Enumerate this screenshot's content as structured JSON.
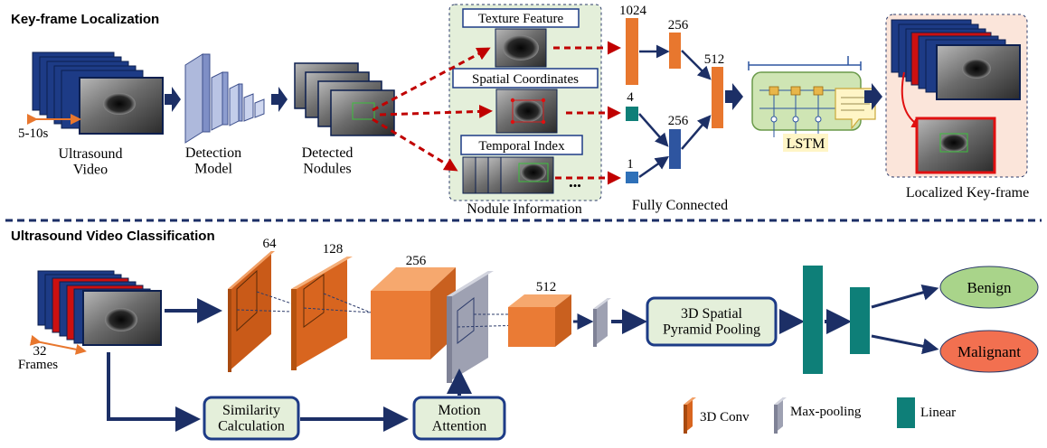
{
  "sections": {
    "top_title": "Key-frame Localization",
    "bottom_title": "Ultrasound Video Classification"
  },
  "top": {
    "ultrasound_video_label": "Ultrasound\nVideo",
    "clip_length_label": "5-10s",
    "detection_model_label": "Detection\nModel",
    "detected_nodules_label": "Detected\nNodules",
    "texture_feature_label": "Texture Feature",
    "spatial_coordinates_label": "Spatial Coordinates",
    "temporal_index_label": "Temporal  Index",
    "nodule_information_label": "Nodule Information",
    "ellipsis": "•••",
    "dims": {
      "texture": "1024",
      "texture_fc": "256",
      "spatial": "4",
      "temporal": "1",
      "spatial_temporal_fc": "256",
      "merged": "512"
    },
    "fully_connected_label": "Fully Connected",
    "lstm_label": "LSTM",
    "localized_keyframe_label": "Localized Key-frame"
  },
  "bottom": {
    "frames_count": "32",
    "frames_label": "Frames",
    "channels": [
      "64",
      "128",
      "256",
      "512"
    ],
    "spp_label": "3D Spatial\nPyramid Pooling",
    "similarity_label": "Similarity\nCalculation",
    "motion_label": "Motion\nAttention",
    "outputs": [
      "Benign",
      "Malignant"
    ],
    "legend": {
      "conv": "3D Conv",
      "maxpool": "Max-pooling",
      "linear": "Linear"
    }
  },
  "colors": {
    "arrow": "#1c2f66",
    "dashed_arrow": "#c00000",
    "orange_dark": "#d8651f",
    "orange_mid": "#e8772e",
    "orange_light": "#f08a40",
    "gray": "#a8aab8",
    "teal": "#0e7f78",
    "blue": "#2e55a0",
    "green_box": "#e4efda",
    "pink_box": "#fbe5da",
    "benign": "#a9d48a",
    "malignant": "#f27050"
  }
}
